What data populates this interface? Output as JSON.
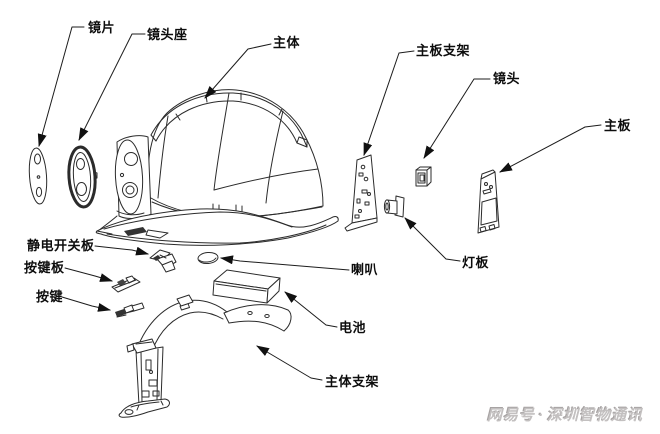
{
  "diagram": {
    "labels": [
      {
        "id": "lens",
        "text": "镜片"
      },
      {
        "id": "lens-mount",
        "text": "镜头座"
      },
      {
        "id": "main-body",
        "text": "主体"
      },
      {
        "id": "mainboard-bracket",
        "text": "主板支架"
      },
      {
        "id": "camera",
        "text": "镜头"
      },
      {
        "id": "mainboard",
        "text": "主板"
      },
      {
        "id": "static-switch-board",
        "text": "静电开关板"
      },
      {
        "id": "button-board",
        "text": "按键板"
      },
      {
        "id": "buttons",
        "text": "按键"
      },
      {
        "id": "speaker",
        "text": "喇叭"
      },
      {
        "id": "light-board",
        "text": "灯板"
      },
      {
        "id": "battery",
        "text": "电池"
      },
      {
        "id": "main-body-bracket",
        "text": "主体支架"
      }
    ],
    "watermark": {
      "prefix": "网易号",
      "separator": "·",
      "company": "深圳智物通讯"
    },
    "colors": {
      "line": "#2b2b2b",
      "label_text": "#0d0d0d",
      "watermark": "#c3c0c0",
      "background": "#ffffff"
    }
  }
}
